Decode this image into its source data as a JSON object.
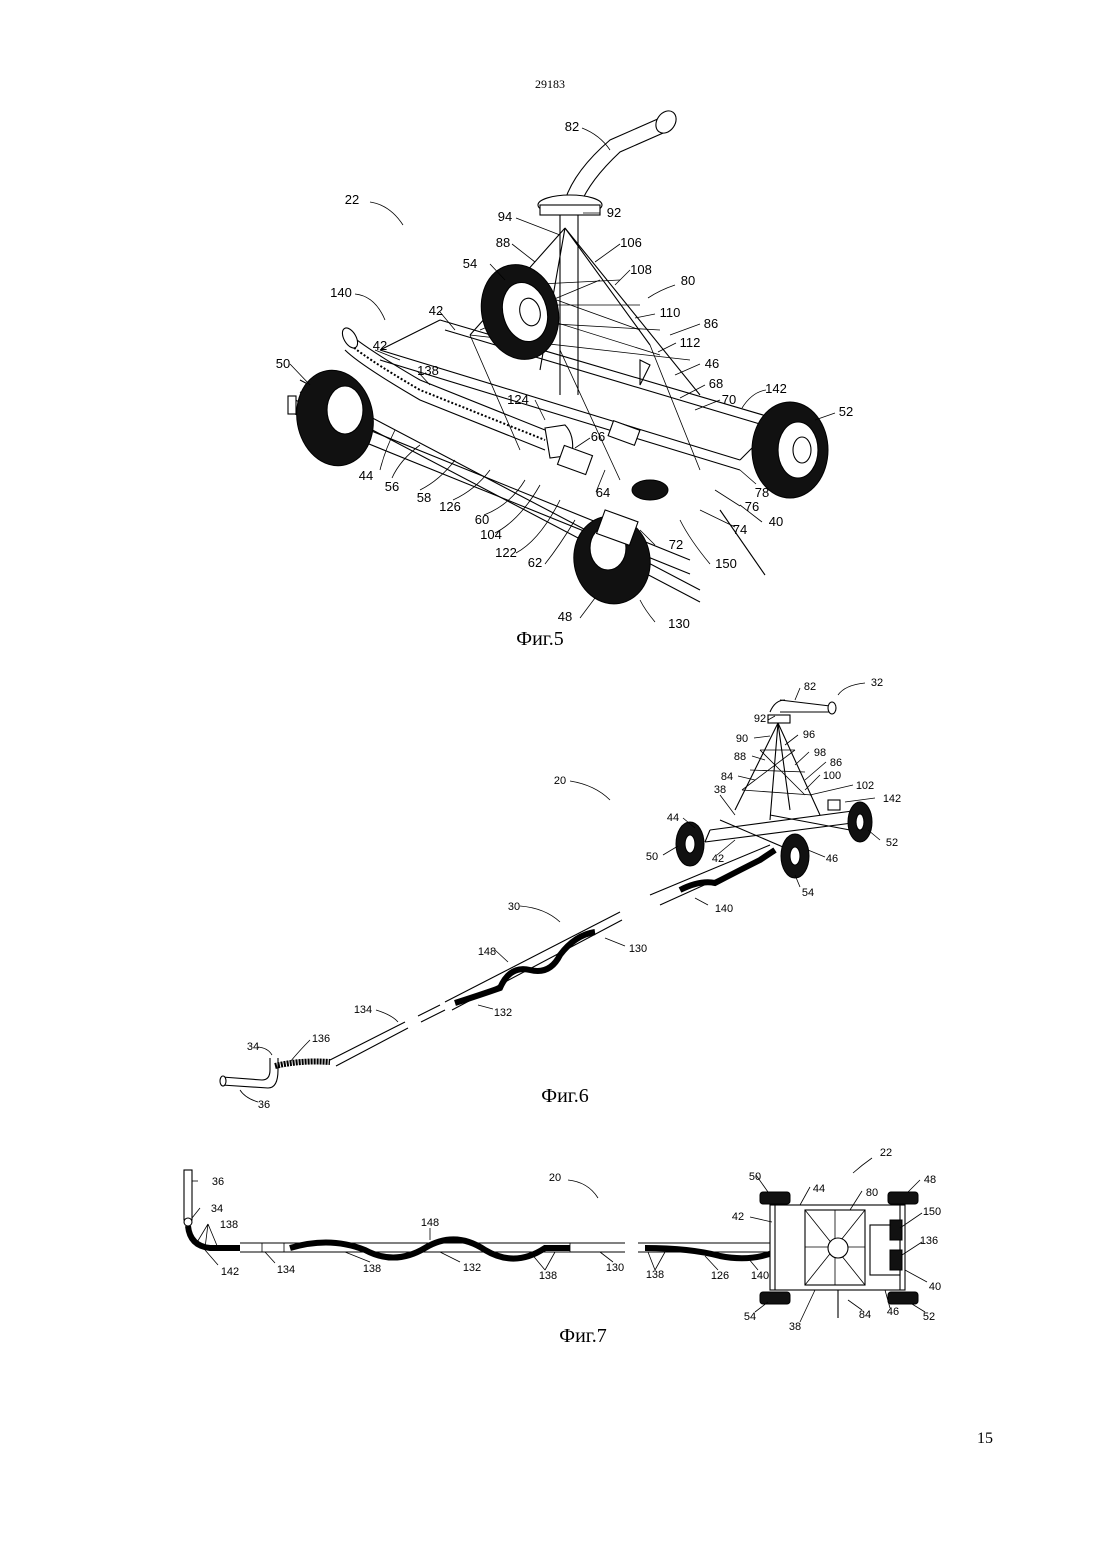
{
  "header": {
    "doc_number": "29183"
  },
  "footer": {
    "page_number": "15"
  },
  "figures": [
    {
      "caption": "Фиг.5",
      "labels": [
        "22",
        "82",
        "94",
        "92",
        "88",
        "106",
        "54",
        "108",
        "80",
        "140",
        "42",
        "110",
        "86",
        "42",
        "112",
        "46",
        "50",
        "138",
        "142",
        "68",
        "124",
        "70",
        "52",
        "66",
        "44",
        "56",
        "58",
        "126",
        "64",
        "78",
        "76",
        "60",
        "40",
        "104",
        "74",
        "122",
        "72",
        "62",
        "150",
        "48",
        "130"
      ]
    },
    {
      "caption": "Фиг.6",
      "labels": [
        "82",
        "32",
        "92",
        "90",
        "96",
        "88",
        "98",
        "86",
        "84",
        "100",
        "102",
        "38",
        "142",
        "44",
        "50",
        "42",
        "46",
        "52",
        "20",
        "54",
        "140",
        "30",
        "130",
        "148",
        "134",
        "132",
        "34",
        "136",
        "36"
      ]
    },
    {
      "caption": "Фиг.7",
      "labels": [
        "22",
        "36",
        "50",
        "44",
        "80",
        "48",
        "20",
        "34",
        "138",
        "148",
        "42",
        "150",
        "142",
        "136",
        "134",
        "138",
        "132",
        "138",
        "130",
        "138",
        "126",
        "140",
        "40",
        "54",
        "38",
        "84",
        "46",
        "52"
      ]
    }
  ]
}
